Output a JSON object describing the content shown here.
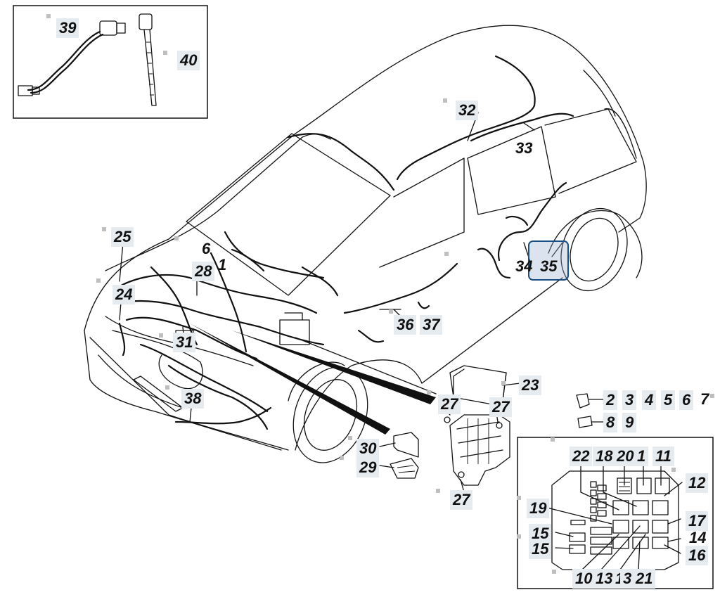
{
  "callouts": {
    "c39": "39",
    "c40": "40",
    "c32": "32",
    "c33": "33",
    "c25": "25",
    "c6": "6",
    "c28": "28",
    "c1": "1",
    "c24": "24",
    "c31": "31",
    "c34": "34",
    "c35": "35",
    "c36": "36",
    "c37": "37",
    "c38": "38",
    "c23": "23",
    "c27a": "27",
    "c27b": "27",
    "c27c": "27",
    "c30": "30",
    "c29": "29",
    "c2": "2",
    "c3": "3",
    "c4": "4",
    "c5": "5",
    "c7": "7",
    "c6b": "6",
    "c8": "8",
    "c9": "9",
    "c22": "22",
    "c18": "18",
    "c20": "20",
    "c11a": "1",
    "c11b": "11",
    "c12": "12",
    "c19": "19",
    "c17": "17",
    "c15a": "15",
    "c15b": "15",
    "c14": "14",
    "c16": "16",
    "c10": "10",
    "c13": "13",
    "c1b": "1",
    "c3b": "3",
    "c21": "21"
  },
  "highlight": {
    "label": "35",
    "color": "#1a4f86"
  },
  "colors": {
    "line": "#111111",
    "label_bg": "#e6ebf0",
    "marker": "#bfbfbf"
  }
}
